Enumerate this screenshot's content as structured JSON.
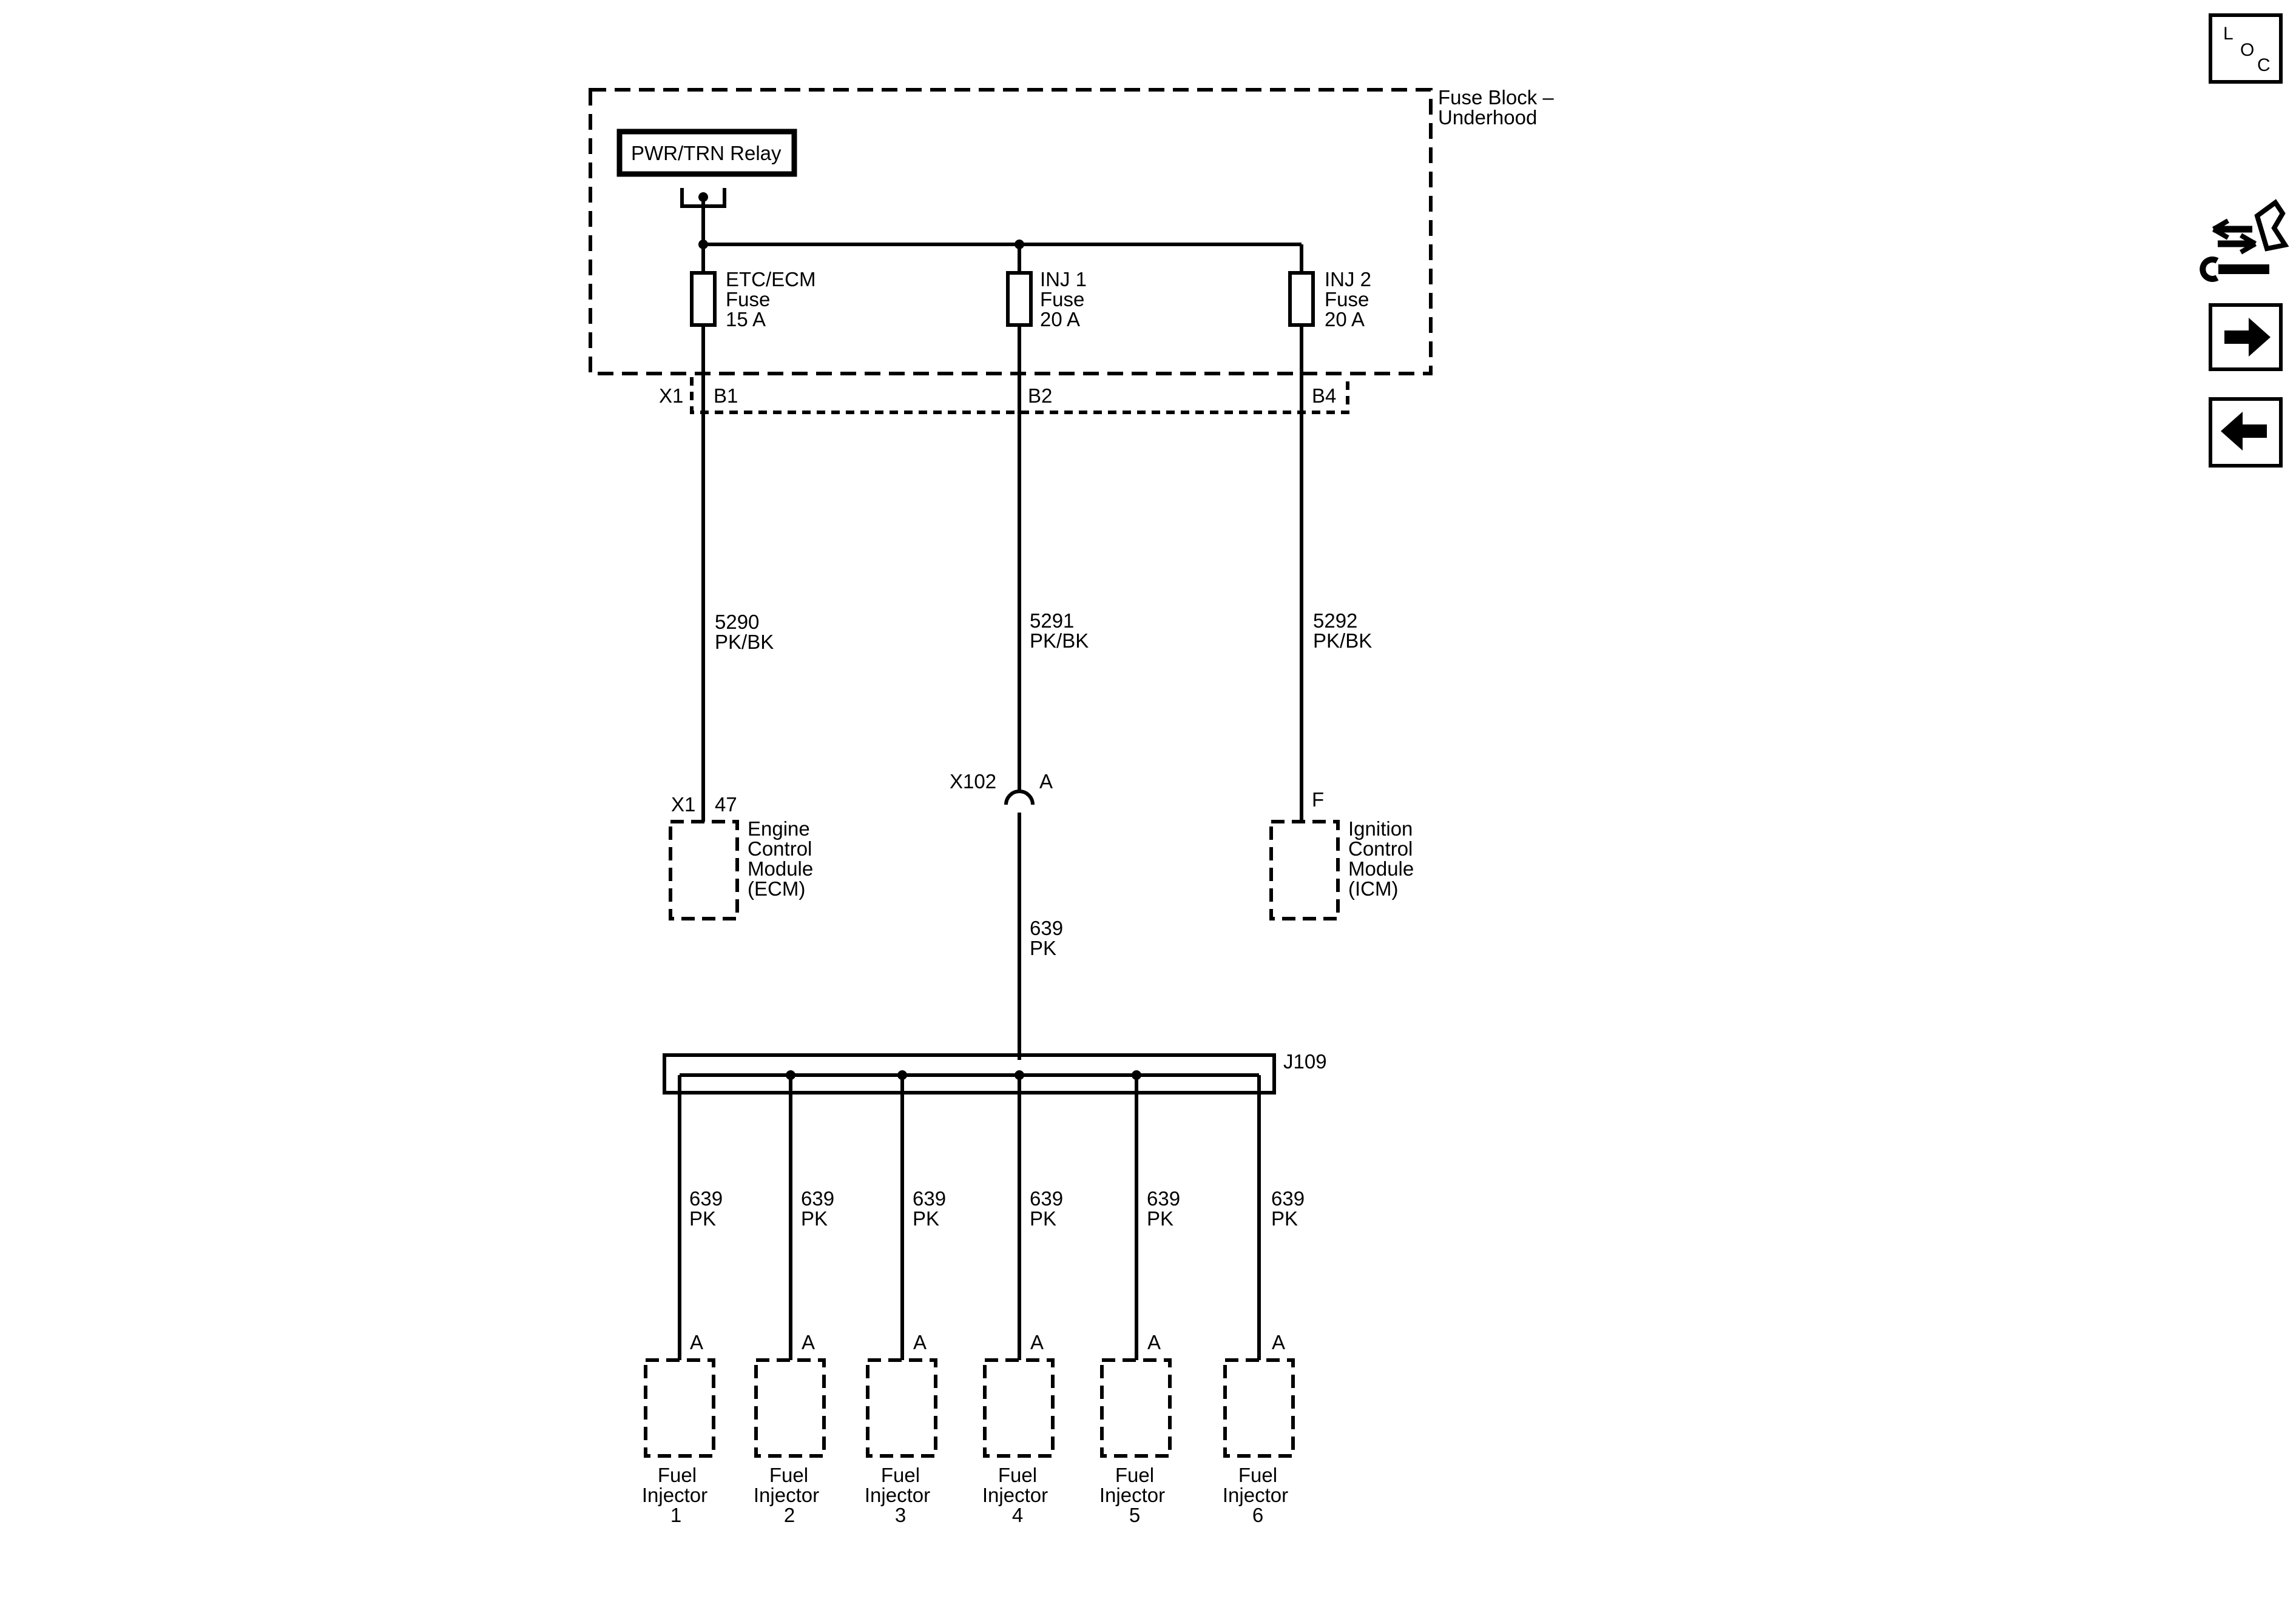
{
  "fuse_block": {
    "label_line1": "Fuse Block –",
    "label_line2": "Underhood"
  },
  "relay": {
    "label": "PWR/TRN Relay"
  },
  "fuses": [
    {
      "l1": "ETC/ECM",
      "l2": "Fuse",
      "l3": "15 A"
    },
    {
      "l1": "INJ 1",
      "l2": "Fuse",
      "l3": "20 A"
    },
    {
      "l1": "INJ 2",
      "l2": "Fuse",
      "l3": "20 A"
    }
  ],
  "connectors": {
    "x1_top": "X1",
    "b1": "B1",
    "b2": "B2",
    "b4": "B4",
    "x1_ecm": "X1",
    "ecm_pin": "47",
    "x102": "X102",
    "x102_pin": "A",
    "icm_pin": "F",
    "j109": "J109"
  },
  "wires": {
    "w5290": {
      "circuit": "5290",
      "color": "PK/BK"
    },
    "w5291": {
      "circuit": "5291",
      "color": "PK/BK"
    },
    "w5292": {
      "circuit": "5292",
      "color": "PK/BK"
    },
    "w639": {
      "circuit": "639",
      "color": "PK"
    }
  },
  "modules": {
    "ecm": {
      "l1": "Engine",
      "l2": "Control",
      "l3": "Module",
      "l4": "(ECM)"
    },
    "icm": {
      "l1": "Ignition",
      "l2": "Control",
      "l3": "Module",
      "l4": "(ICM)"
    }
  },
  "injectors": [
    {
      "circuit": "639",
      "color": "PK",
      "pin": "A",
      "l1": "Fuel",
      "l2": "Injector",
      "num": "1"
    },
    {
      "circuit": "639",
      "color": "PK",
      "pin": "A",
      "l1": "Fuel",
      "l2": "Injector",
      "num": "2"
    },
    {
      "circuit": "639",
      "color": "PK",
      "pin": "A",
      "l1": "Fuel",
      "l2": "Injector",
      "num": "3"
    },
    {
      "circuit": "639",
      "color": "PK",
      "pin": "A",
      "l1": "Fuel",
      "l2": "Injector",
      "num": "4"
    },
    {
      "circuit": "639",
      "color": "PK",
      "pin": "A",
      "l1": "Fuel",
      "l2": "Injector",
      "num": "5"
    },
    {
      "circuit": "639",
      "color": "PK",
      "pin": "A",
      "l1": "Fuel",
      "l2": "Injector",
      "num": "6"
    }
  ],
  "loc": {
    "l": "L",
    "o": "O",
    "c": "C"
  }
}
